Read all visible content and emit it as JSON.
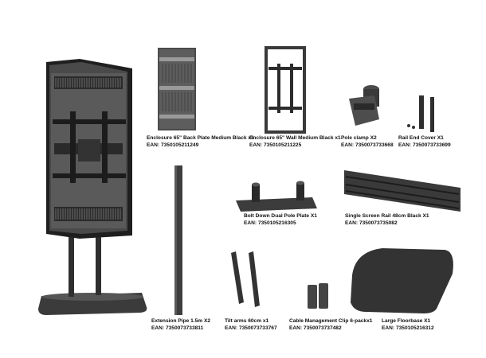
{
  "items": [
    {
      "id": "back-plate",
      "name": "Enclosure 65\" Back Plate Medium Black x1",
      "ean": "EAN: 7350105211249"
    },
    {
      "id": "wall-medium",
      "name": "Enclosure 65\" Wall Medium Black x1",
      "ean": "EAN: 7350105211225"
    },
    {
      "id": "pole-clamp",
      "name": "Pole clamp X2",
      "ean": "EAN: 7350073733668"
    },
    {
      "id": "rail-end-cover",
      "name": "Rail End Cover X1",
      "ean": "EAN: 7350073733699"
    },
    {
      "id": "pole-plate",
      "name": "Bolt Down Dual Pole Plate X1",
      "ean": "EAN: 7350105216305"
    },
    {
      "id": "screen-rail",
      "name": "Single Screen Rail 48cm Black X1",
      "ean": "EAN: 7350073735082"
    },
    {
      "id": "extension-pipe",
      "name": "Extension Pipe 1.5m  X2",
      "ean": "EAN: 7350073733811"
    },
    {
      "id": "tilt-arms",
      "name": "Tilt arms 60cm x1",
      "ean": "EAN: 7350073733767"
    },
    {
      "id": "cable-clip",
      "name": "Cable Management Clip 6-packx1",
      "ean": "EAN: 7350073737482"
    },
    {
      "id": "floorbase",
      "name": "Large Floorbase X1",
      "ean": "EAN: 7350105216312"
    }
  ]
}
